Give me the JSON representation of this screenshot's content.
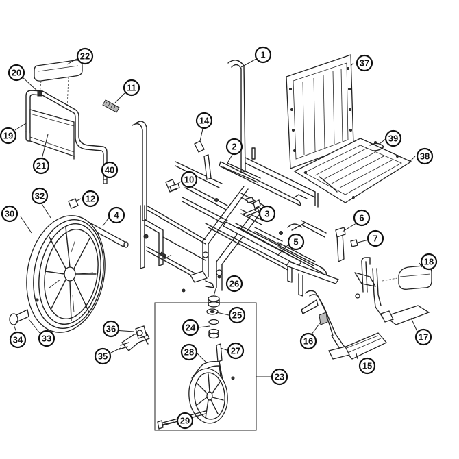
{
  "callouts": [
    {
      "id": "1",
      "label": "1"
    },
    {
      "id": "2",
      "label": "2"
    },
    {
      "id": "3",
      "label": "3"
    },
    {
      "id": "4",
      "label": "4"
    },
    {
      "id": "5",
      "label": "5"
    },
    {
      "id": "6",
      "label": "6"
    },
    {
      "id": "7",
      "label": "7"
    },
    {
      "id": "10",
      "label": "10"
    },
    {
      "id": "11",
      "label": "11"
    },
    {
      "id": "12",
      "label": "12"
    },
    {
      "id": "14",
      "label": "14"
    },
    {
      "id": "15",
      "label": "15"
    },
    {
      "id": "16",
      "label": "16"
    },
    {
      "id": "17",
      "label": "17"
    },
    {
      "id": "18",
      "label": "18"
    },
    {
      "id": "19",
      "label": "19"
    },
    {
      "id": "20",
      "label": "20"
    },
    {
      "id": "21",
      "label": "21"
    },
    {
      "id": "22",
      "label": "22"
    },
    {
      "id": "23",
      "label": "23"
    },
    {
      "id": "24",
      "label": "24"
    },
    {
      "id": "25",
      "label": "25"
    },
    {
      "id": "26",
      "label": "26"
    },
    {
      "id": "27",
      "label": "27"
    },
    {
      "id": "28",
      "label": "28"
    },
    {
      "id": "29",
      "label": "29"
    },
    {
      "id": "30",
      "label": "30"
    },
    {
      "id": "32",
      "label": "32"
    },
    {
      "id": "33",
      "label": "33"
    },
    {
      "id": "34",
      "label": "34"
    },
    {
      "id": "35",
      "label": "35"
    },
    {
      "id": "36",
      "label": "36"
    },
    {
      "id": "37",
      "label": "37"
    },
    {
      "id": "38",
      "label": "38"
    },
    {
      "id": "39",
      "label": "39"
    },
    {
      "id": "40",
      "label": "40"
    }
  ]
}
